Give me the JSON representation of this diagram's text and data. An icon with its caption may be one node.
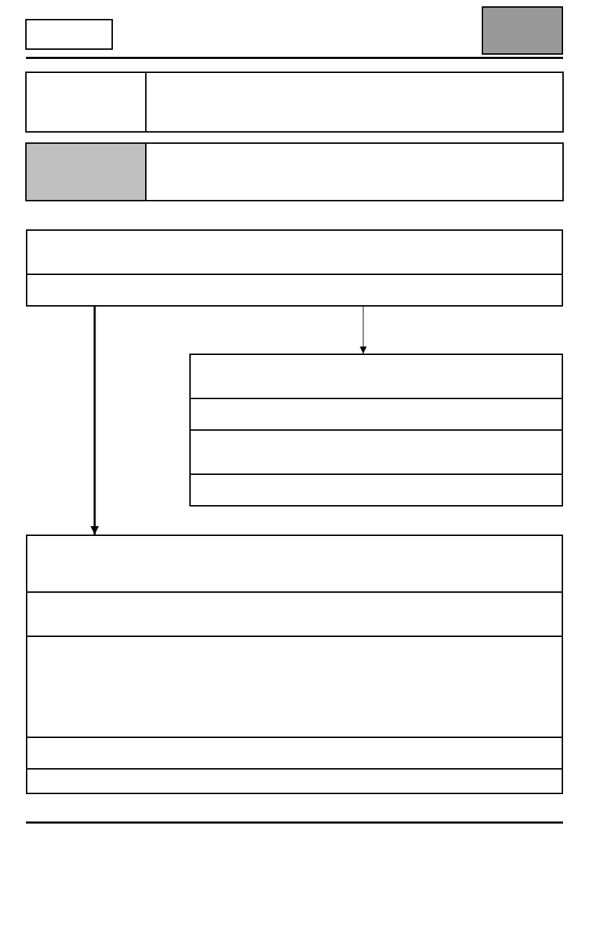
{
  "diagram": {
    "nodes": [
      {
        "text": [],
        "shape": "box"
      },
      {
        "text": [],
        "shape": "box"
      },
      {
        "text": [],
        "shape": "box"
      },
      {
        "text": [],
        "shape": "box"
      },
      {
        "text": [],
        "shape": "box"
      },
      {
        "text": [],
        "shape": "box"
      },
      {
        "text": [],
        "shape": "box"
      },
      {
        "text": [],
        "shape": "box"
      },
      {
        "text": [],
        "shape": "box"
      },
      {
        "text": [],
        "shape": "box"
      },
      {
        "text": [],
        "shape": "box"
      },
      {
        "text": [],
        "shape": "box"
      },
      {
        "text": [],
        "shape": "box"
      },
      {
        "text": [],
        "shape": "box"
      },
      {
        "text": [],
        "shape": "box"
      },
      {
        "text": [],
        "shape": "box"
      },
      {
        "text": [],
        "shape": "box"
      }
    ],
    "edges": [
      {
        "from": 7,
        "to": 8,
        "arrow": "to"
      },
      {
        "from": 7,
        "to": 12,
        "arrow": "to",
        "style": "thick"
      }
    ]
  }
}
